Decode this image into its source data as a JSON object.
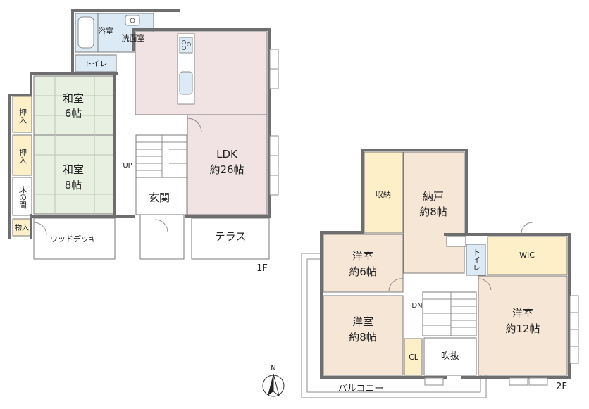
{
  "colors": {
    "washitsu": "#e8f0e2",
    "ldk": "#f1e2e3",
    "wet": "#dceaf5",
    "storage": "#fdf0c8",
    "western": "#f5e6d6",
    "wall": "#6e6e6e"
  },
  "floor1": {
    "label": "1F",
    "rooms": {
      "bath": "浴室",
      "washroom": "洗面室",
      "toilet": "トイレ",
      "washitsu6_name": "和室",
      "washitsu6_size": "6帖",
      "washitsu8_name": "和室",
      "washitsu8_size": "8帖",
      "oshiire_a": "押入",
      "oshiire_b": "押入",
      "tokonoma": "床の間",
      "monoire": "物入",
      "ldk_name": "LDK",
      "ldk_size": "約26帖",
      "genkan": "玄関",
      "terrace": "テラス",
      "wooddeck": "ウッドデッキ",
      "stairs_up": "UP"
    }
  },
  "floor2": {
    "label": "2F",
    "rooms": {
      "storage": "収納",
      "nando_name": "納戸",
      "nando_size": "約8帖",
      "yoshitsu6_name": "洋室",
      "yoshitsu6_size": "約6帖",
      "yoshitsu8_name": "洋室",
      "yoshitsu8_size": "約8帖",
      "yoshitsu12_name": "洋室",
      "yoshitsu12_size": "約12帖",
      "toilet": "トイレ",
      "wic": "WIC",
      "cl": "CL",
      "fukinuke": "吹抜",
      "balcony": "バルコニー",
      "stairs_down": "DN"
    }
  },
  "compass": {
    "north": "N",
    "icon": "north-arrow-icon"
  }
}
